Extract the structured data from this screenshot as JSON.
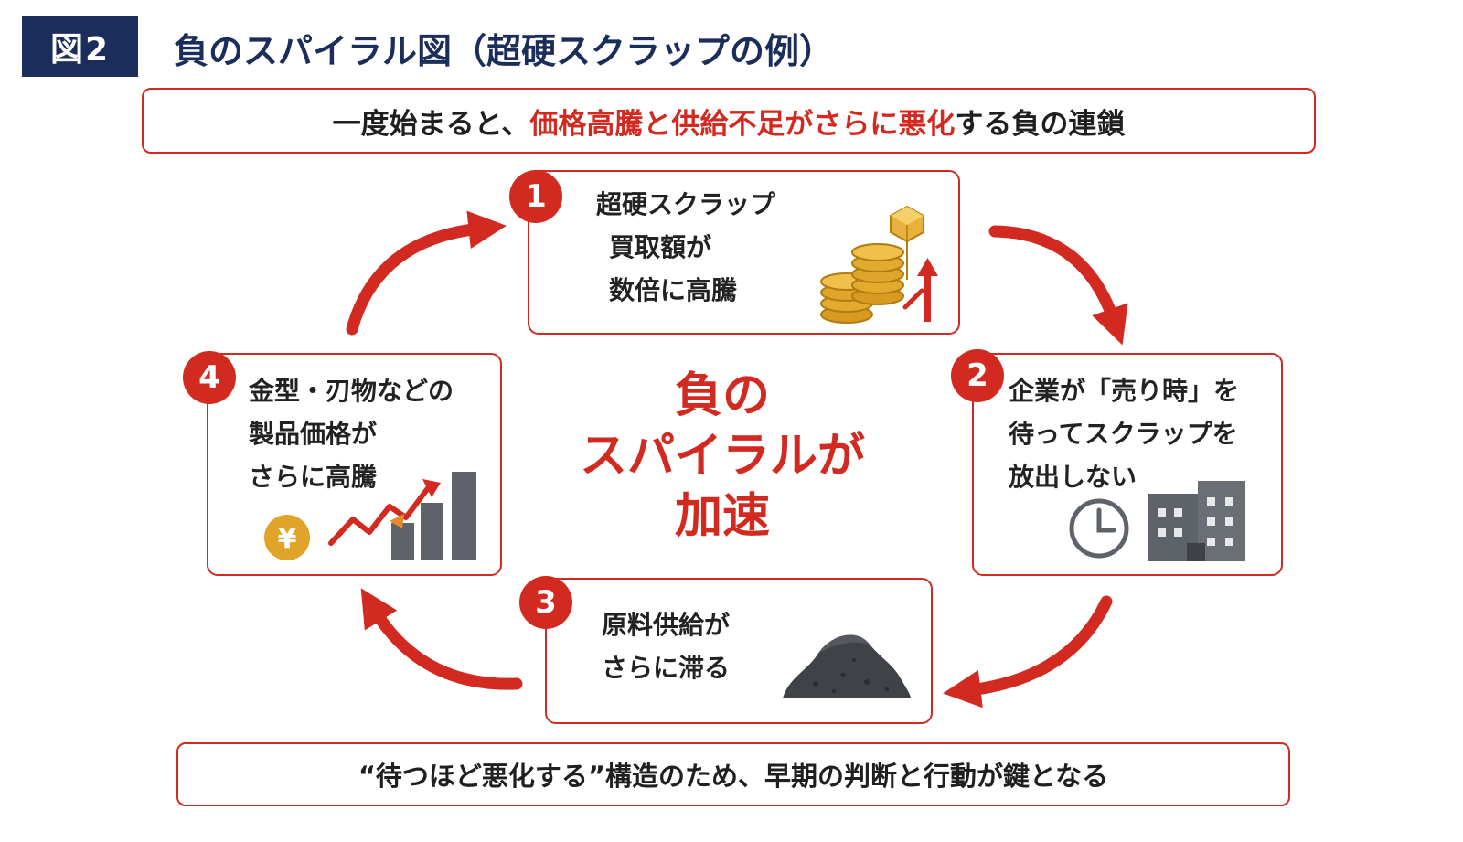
{
  "figure": {
    "label": "図2",
    "title": "負のスパイラル図（超硬スクラップの例）"
  },
  "top_banner": {
    "prefix": "一度始まると、",
    "highlight": "価格高騰と供給不足がさらに悪化",
    "suffix": "する負の連鎖"
  },
  "center": {
    "lines": [
      "負の",
      "スパイラルが",
      "加速"
    ]
  },
  "steps": [
    {
      "number": "1",
      "lines": [
        "超硬スクラップ",
        "買取額が",
        "数倍に高騰"
      ],
      "icon": "coins-rising-icon"
    },
    {
      "number": "2",
      "lines": [
        "企業が「売り時」を",
        "待ってスクラップを",
        "放出しない"
      ],
      "icon": "clock-building-icon"
    },
    {
      "number": "3",
      "lines": [
        "原料供給が",
        "さらに滞る"
      ],
      "icon": "scrap-pile-icon"
    },
    {
      "number": "4",
      "lines": [
        "金型・刃物などの",
        "製品価格が",
        "さらに高騰"
      ],
      "icon": "yen-chart-rising-icon"
    }
  ],
  "yen_symbol": "¥",
  "bottom_banner": {
    "text": "“待つほど悪化する”構造のため、早期の判断と行動が鍵となる"
  },
  "colors": {
    "accent_red": "#d22a20",
    "navy": "#1b2d5b",
    "gold": "#e0a528",
    "gray_icon": "#5e6369"
  }
}
